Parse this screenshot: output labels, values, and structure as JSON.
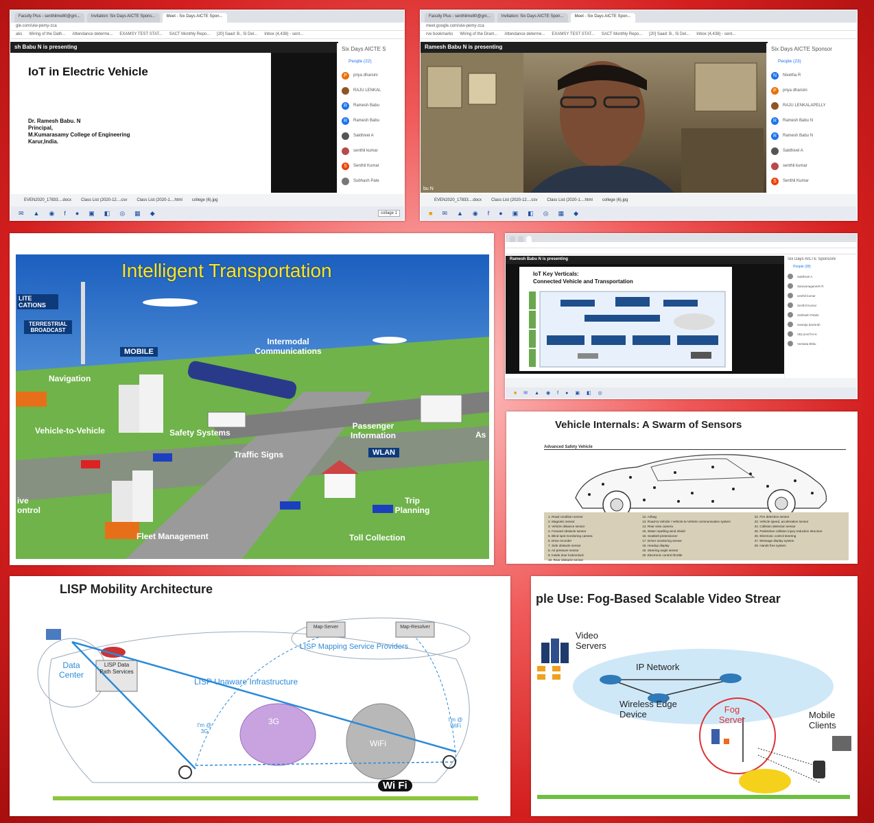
{
  "panel1": {
    "tabs": [
      "Faculty Plus - senthilme80@gm...",
      "Invitation: Six Days AICTE Spons...",
      "Meet - Six Days AICTE Spon..."
    ],
    "url": "gle.com/uiw-pemy-zca",
    "bookmarks": [
      "aks",
      "Wiring of the Dath...",
      "Attendance determe...",
      "EXAMSY TEST STAT...",
      "SACT Monthly Repo...",
      "[20] Saad: B., Si Del...",
      "Inbox (4,438) - sent..."
    ],
    "presenting": "sh Babu N is presenting",
    "slide_title": "IoT in Electric Vehicle",
    "presenter_lines": [
      "Dr. Ramesh Babu. N",
      "Principal,",
      "M.Kumarasamy College of Engineering",
      "Karur,India."
    ],
    "side_title": "Six Days AICTE S",
    "people_label": "People (22)",
    "people": [
      {
        "initial": "P",
        "name": "priya dharsini",
        "color": "#e8710a"
      },
      {
        "initial": "",
        "name": "RAJU LENKAL",
        "color": "#8d5524"
      },
      {
        "initial": "R",
        "name": "Ramesh Babu",
        "color": "#1a73e8"
      },
      {
        "initial": "R",
        "name": "Ramesh Babu",
        "color": "#1a73e8"
      },
      {
        "initial": "",
        "name": "Sakthivel A",
        "color": "#555555"
      },
      {
        "initial": "",
        "name": "senthil kumar",
        "color": "#b84a4a"
      },
      {
        "initial": "S",
        "name": "Senthil Kumar",
        "color": "#e8430a"
      },
      {
        "initial": "",
        "name": "Subhash Pate",
        "color": "#777777"
      }
    ],
    "downloads": [
      "EVEN2020_17833....docx",
      "Class List (2020-12....csv",
      "Class List (2020-1....html",
      "college (6).jpg"
    ],
    "collage_tag": "collage 1"
  },
  "panel2": {
    "tabs": [
      "Faculty Plus - senthilme80@gm...",
      "Invitation: Six Days AICTE Spon...",
      "Meet - Six Days AICTE Spon..."
    ],
    "url": "meet.google.com/uiw-pemy-zca",
    "bookmarks": [
      "rve bookmarks",
      "Wiring of the Dram...",
      "Attendance determe...",
      "EXAMSY TEST STAT...",
      "SACT Monthly Repo...",
      "[20] Saad: B., Si Del...",
      "Inbox (4,438) - sent..."
    ],
    "presenting": "Ramesh Babu N is presenting",
    "video_tag": "bu N",
    "side_title": "Six Days AICTE Sponsor",
    "people_label": "People (23)",
    "people": [
      {
        "initial": "N",
        "name": "Nivetha R",
        "color": "#1a73e8"
      },
      {
        "initial": "P",
        "name": "priya dharsini",
        "color": "#e8710a"
      },
      {
        "initial": "",
        "name": "RAJU LENKALAPELLY",
        "color": "#8d5524"
      },
      {
        "initial": "R",
        "name": "Ramesh Babu N",
        "color": "#1a73e8"
      },
      {
        "initial": "R",
        "name": "Ramesh Babu N",
        "color": "#1a73e8"
      },
      {
        "initial": "",
        "name": "Sakthivel A",
        "color": "#555555"
      },
      {
        "initial": "",
        "name": "senthil kumar",
        "color": "#b84a4a"
      },
      {
        "initial": "S",
        "name": "Senthil Kumar",
        "color": "#e8430a"
      }
    ],
    "downloads": [
      "EVEN2020_17833....docx",
      "Class List (2020-12....csv",
      "Class List (2020-1....html",
      "college (6).jpg"
    ]
  },
  "panel3": {
    "title": "Intelligent Transportation",
    "labels": [
      "LITE CATIONS",
      "TERRESTRIAL BROADCAST",
      "MOBILE",
      "Navigation",
      "Intermodal Communications",
      "Vehicle-to-Vehicle",
      "Safety Systems",
      "Traffic Signs",
      "Passenger Information",
      "WLAN",
      "Trip Planning",
      "Fleet Management",
      "Toll Collection",
      "ive ontrol",
      "As"
    ]
  },
  "panel4": {
    "presenting": "Ramesh Babu N is presenting",
    "slide_title": "IoT Key Verticals:",
    "slide_sub": "Connected Vehicle and Transportation",
    "side_title": "Six Days AICTE Sponsore",
    "people_label": "People (28)",
    "people": [
      "Sakthivel A",
      "Saravanaganesh R",
      "senthil kumar",
      "Senthil Kumar",
      "Subhash Patole",
      "swaraja davisrah",
      "VELSAKTHI K",
      "Venkata Bhilu"
    ]
  },
  "panel5": {
    "title": "Vehicle Internals: A Swarm of Sensors",
    "subtitle": "Advanced Safety Vehicle",
    "sensors_col1": [
      "1. Road condition sensor",
      "2. Magnetic sensor",
      "3. Vehicle distance sensor",
      "4. Forward obstacle sensor",
      "5. Blind spot monitoring camera",
      "6. Drive recorder",
      "7. Side obstacle sensor",
      "8. Air pressure sensor",
      "9. Inside door lock/unlock",
      "10. Rear obstacle sensor"
    ],
    "sensors_col2": [
      "12. Airbag",
      "13. Road-to-Vehicle / Vehicle-to-Vehicle communication system",
      "14. Rear view camera",
      "15. Water repelling wind shield",
      "16. Seatbelt pretensioner",
      "17. Driver monitoring sensor",
      "18. Headup display",
      "19. Steering angle sensor",
      "20. Electronic control throttle"
    ],
    "sensors_col3": [
      "22. Fire detection sensor",
      "23. Vehicle speed, acceleration sensor",
      "24. Collision detection sensor",
      "25. Pedestrian collision injury reduction structure",
      "26. Electronic control steering",
      "27. Message display system",
      "28. Hands free system"
    ]
  },
  "panel6": {
    "title": "LISP Mobility Architecture",
    "map_server": "Map-Server",
    "map_resolver": "Map-Resolver",
    "mapping": "LISP Mapping Service Providers",
    "data_center": "Data Center",
    "lisp_box": "LISP Data Path Services",
    "unaware": "LISP Unaware Infrastructure",
    "g3": "3G",
    "wifi": "WiFi",
    "at3g": "I'm @ 3G",
    "atwifi": "I'm @ WiFi",
    "wifi_logo": "Wi Fi"
  },
  "panel7": {
    "title": "ple Use: Fog-Based Scalable Video Strear",
    "video_servers": "Video Servers",
    "ip_network": "IP Network",
    "wireless": "Wireless Edge Device",
    "fog": "Fog Server",
    "mobile": "Mobile Clients"
  }
}
